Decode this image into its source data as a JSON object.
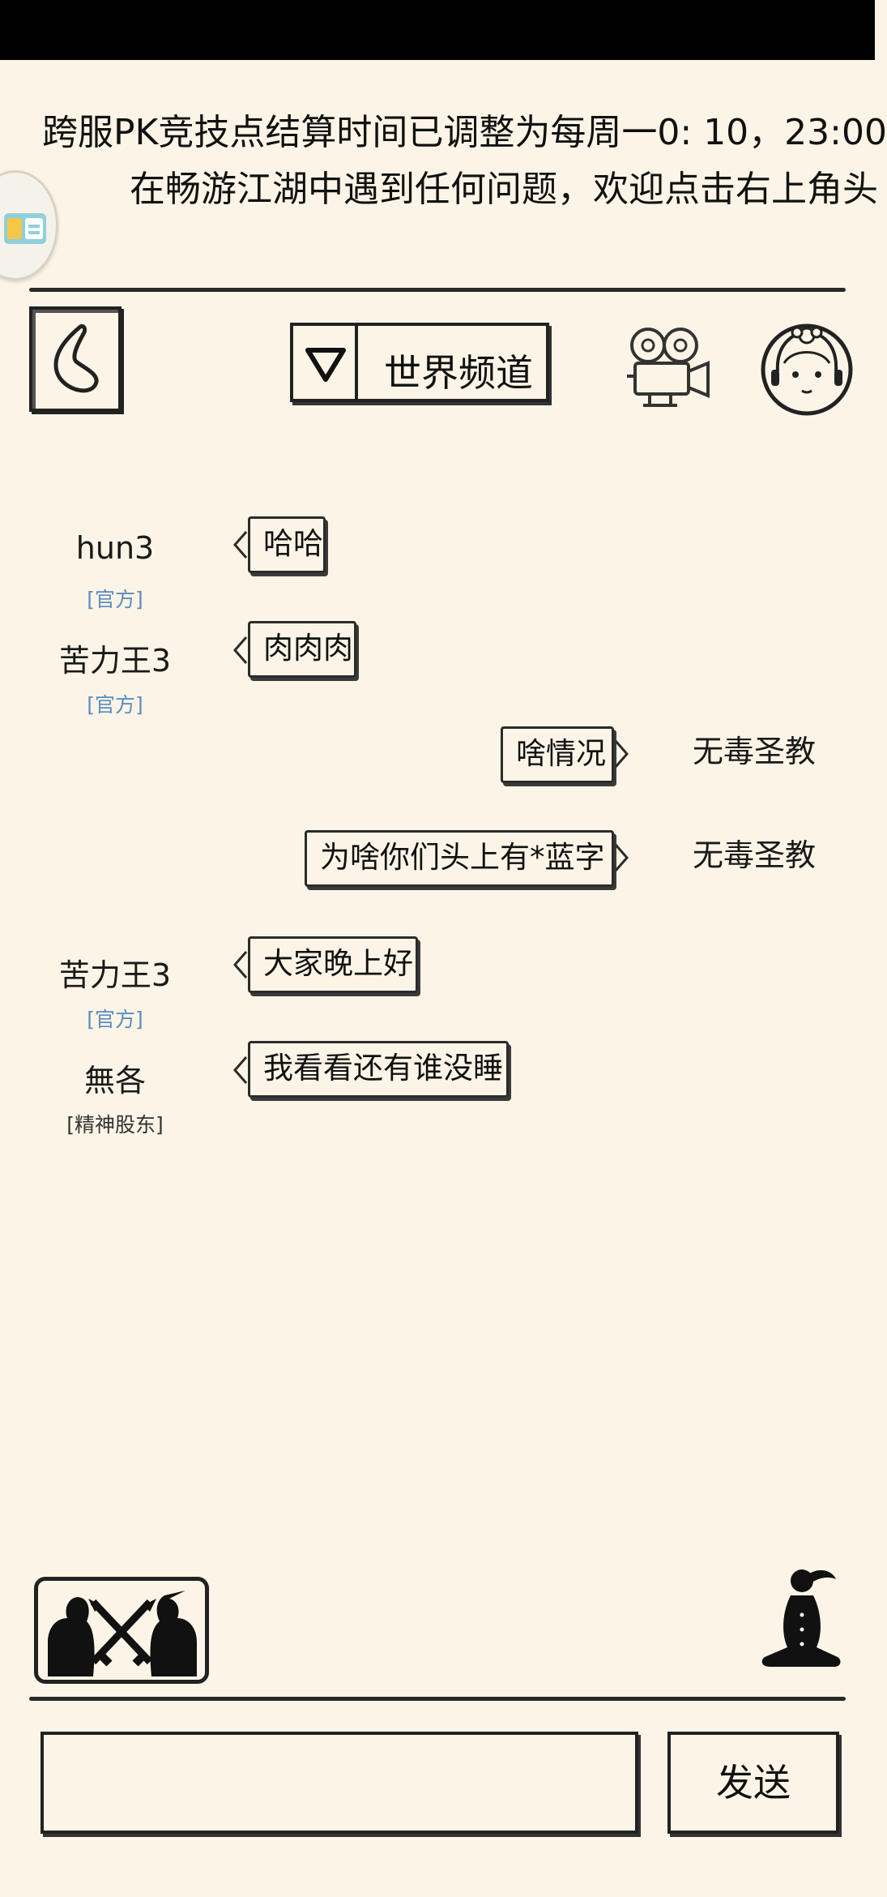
{
  "notices": [
    "跨服PK竞技点结算时间已调整为每周一0: 10，23:00",
    "在畅游江湖中遇到任何问题，欢迎点击右上角头"
  ],
  "header": {
    "channel": "世界频道"
  },
  "messages": [
    {
      "side": "left",
      "name": "hun3",
      "tag": "[官方]",
      "tag_color": "#5b8cc2",
      "text": "哈哈"
    },
    {
      "side": "left",
      "name": "苦力王3",
      "tag": "[官方]",
      "tag_color": "#5b8cc2",
      "text": "肉肉肉"
    },
    {
      "side": "right",
      "name": "无毒圣教",
      "tag": "",
      "tag_color": "",
      "text": "啥情况"
    },
    {
      "side": "right",
      "name": "无毒圣教",
      "tag": "",
      "tag_color": "",
      "text": "为啥你们头上有*蓝字"
    },
    {
      "side": "left",
      "name": "苦力王3",
      "tag": "[官方]",
      "tag_color": "#5b8cc2",
      "text": "大家晚上好"
    },
    {
      "side": "left",
      "name": "無各",
      "tag": "[精神股东]",
      "tag_color": "#333333",
      "text": "我看看还有谁没睡"
    }
  ],
  "composer": {
    "input_value": "",
    "send_label": "发送"
  },
  "icons": {
    "back": "back-arrow-icon",
    "dropdown": "triangle-down-icon",
    "camera": "video-camera-icon",
    "avatar": "assistant-avatar-icon",
    "pk": "pk-duel-icon",
    "meditate": "meditate-icon"
  },
  "colors": {
    "background": "#fcf5e7",
    "ink": "#1a1a1a",
    "official_tag": "#5b8cc2"
  }
}
